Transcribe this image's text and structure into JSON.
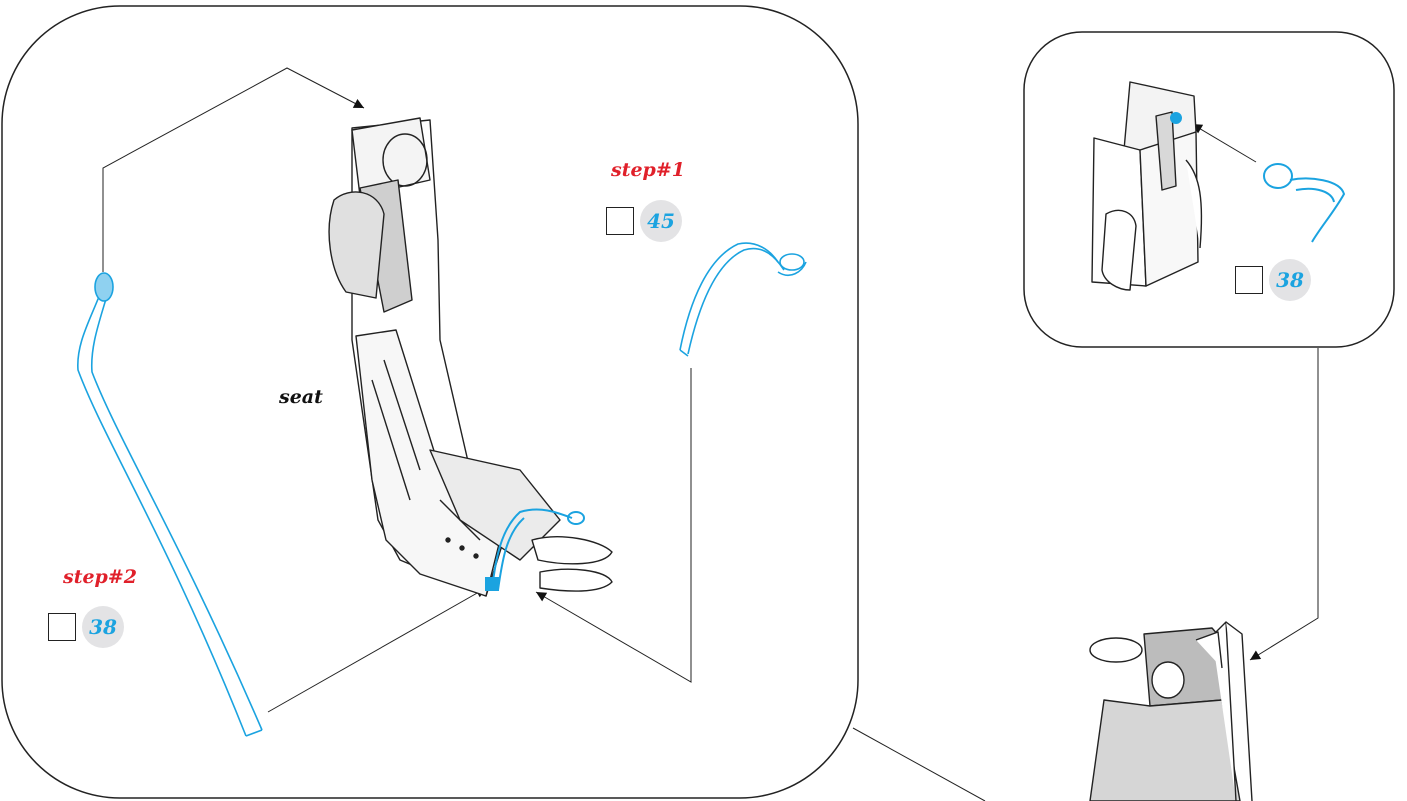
{
  "colors": {
    "part": "#1ba3e0",
    "step_label": "#e0202a",
    "badge_bg": "#e3e3e5",
    "badge_text": "#1ba3e0",
    "outline": "#222222"
  },
  "labels": {
    "step1": "step#1",
    "step2": "step#2",
    "seat": "seat"
  },
  "refs": {
    "step1_part": "45",
    "step2_part": "38",
    "detail_part": "38"
  },
  "icons": {
    "glue_icon": "bent-arrow-glue-icon"
  }
}
